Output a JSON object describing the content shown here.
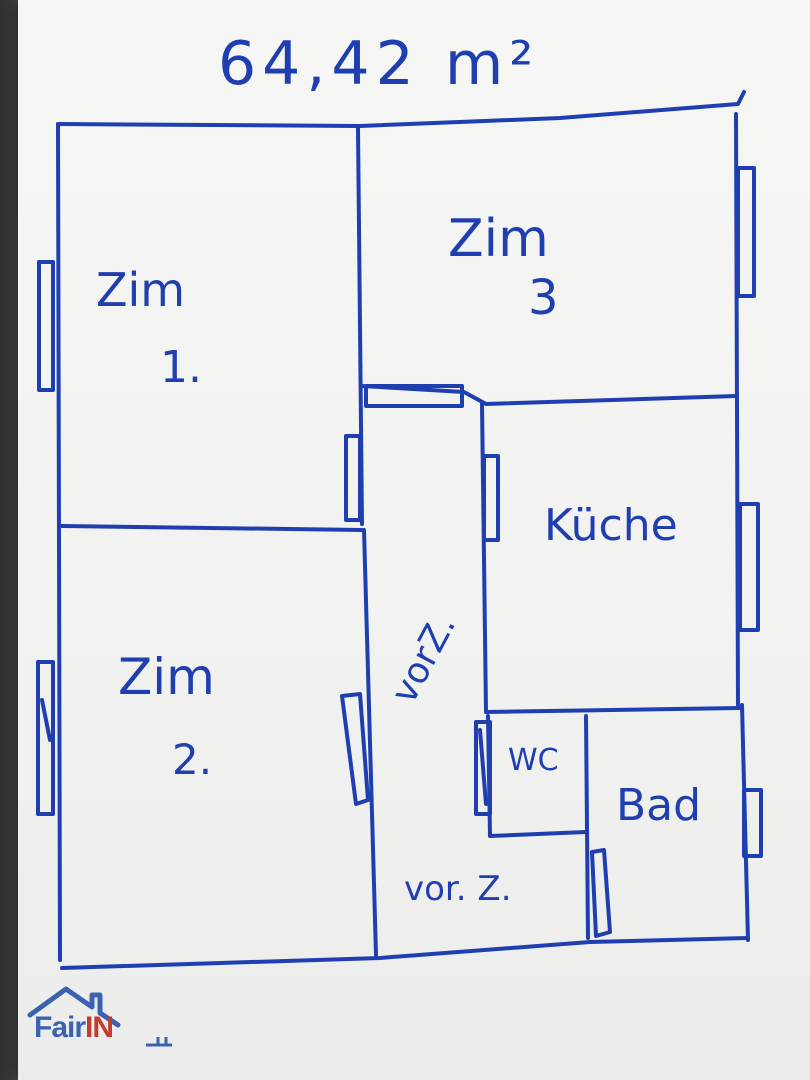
{
  "title": "64,42 m²",
  "rooms": {
    "zim1": {
      "name": "Zim",
      "number": "1."
    },
    "zim2": {
      "name": "Zim",
      "number": "2."
    },
    "zim3": {
      "name": "Zim",
      "number": "3"
    },
    "kueche": {
      "name": "Küche"
    },
    "vorz_upper": {
      "name": "vorZ."
    },
    "vorz_lower": {
      "name": "vor. Z."
    },
    "wc": {
      "name": "WC"
    },
    "bad": {
      "name": "Bad"
    }
  },
  "logo": {
    "part1": "Fair",
    "part2": "IN"
  },
  "colors": {
    "ink": "#1f3fb0",
    "logo_blue": "#3b62b0",
    "logo_red": "#c43b2f"
  }
}
